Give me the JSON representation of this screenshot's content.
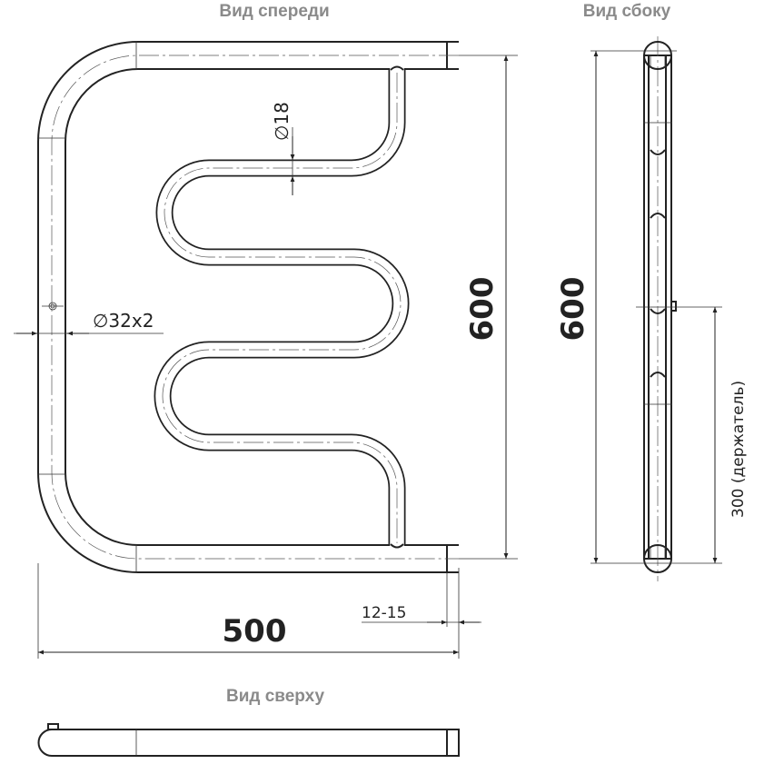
{
  "views": {
    "front": "Вид спереди",
    "side": "Вид сбоку",
    "top": "Вид сверху"
  },
  "dimensions": {
    "front_height": "600",
    "side_height": "600",
    "holder_height": "300 (держатель)",
    "width": "500",
    "offset": "12-15",
    "main_pipe": "∅32x2",
    "coil_pipe": "∅18"
  }
}
